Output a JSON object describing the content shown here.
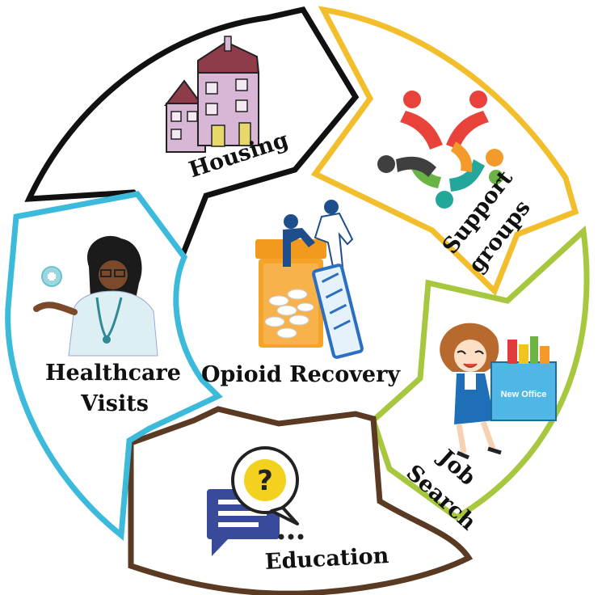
{
  "center": {
    "label": "Opioid Recovery"
  },
  "segments": {
    "housing": {
      "label": "Housing",
      "color": "#111111"
    },
    "support": {
      "line1": "Support",
      "line2": "groups",
      "color": "#F2BE2B"
    },
    "job": {
      "line1": "Job",
      "line2": "Search",
      "color": "#A7C83E"
    },
    "education": {
      "label": "Education",
      "color": "#5A3A22"
    },
    "healthcare": {
      "line1": "Healthcare",
      "line2": "Visits",
      "color": "#3BBADB"
    }
  },
  "box_label": "New Office",
  "icons": [
    "building-icon",
    "people-circle-icon",
    "person-carrying-box-icon",
    "question-speech-bubble-icon",
    "doctor-icon",
    "pill-bottle-icon",
    "helping-hand-icon"
  ]
}
